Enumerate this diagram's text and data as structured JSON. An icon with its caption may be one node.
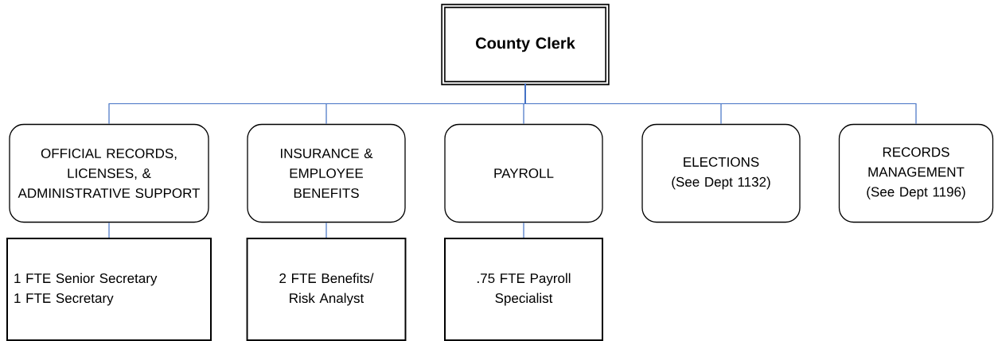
{
  "diagram": {
    "nodes": [
      {
        "text": [
          "County Clerk"
        ]
      },
      {
        "text": [
          "OFFICIAL RECORDS, LICENSES, & ADMINISTRATIVE SUPPORT"
        ]
      },
      {
        "text": [
          "INSURANCE & EMPLOYEE BENEFITS"
        ]
      },
      {
        "text": [
          "PAYROLL"
        ]
      },
      {
        "text": [
          "ELECTIONS",
          "(See Dept 1132)"
        ]
      },
      {
        "text": [
          "RECORDS MANAGEMENT",
          "(See Dept 1196)"
        ]
      },
      {
        "text": [
          "1 FTE Senior Secretary",
          "1 FTE Secretary"
        ]
      },
      {
        "text": [
          "2 FTE Benefits/ Risk Analyst"
        ]
      },
      {
        "text": [
          ".75 FTE Payroll Specialist"
        ]
      }
    ],
    "edges": [
      {
        "from": 0,
        "to": 1,
        "arrow": "none"
      },
      {
        "from": 0,
        "to": 2,
        "arrow": "none"
      },
      {
        "from": 0,
        "to": 3,
        "arrow": "none"
      },
      {
        "from": 0,
        "to": 4,
        "arrow": "none"
      },
      {
        "from": 0,
        "to": 5,
        "arrow": "none"
      },
      {
        "from": 1,
        "to": 6,
        "arrow": "none"
      },
      {
        "from": 2,
        "to": 7,
        "arrow": "none"
      },
      {
        "from": 3,
        "to": 8,
        "arrow": "none"
      }
    ]
  }
}
